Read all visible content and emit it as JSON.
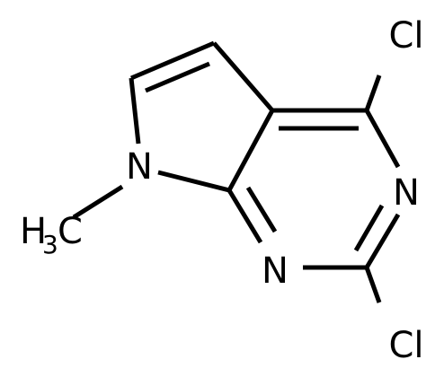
{
  "molecule": {
    "atoms": {
      "n7": "N",
      "n3": "N",
      "n1": "N",
      "cl4": "Cl",
      "cl2": "Cl",
      "methyl_h": "H",
      "methyl_sub": "3",
      "methyl_c": "C"
    }
  }
}
